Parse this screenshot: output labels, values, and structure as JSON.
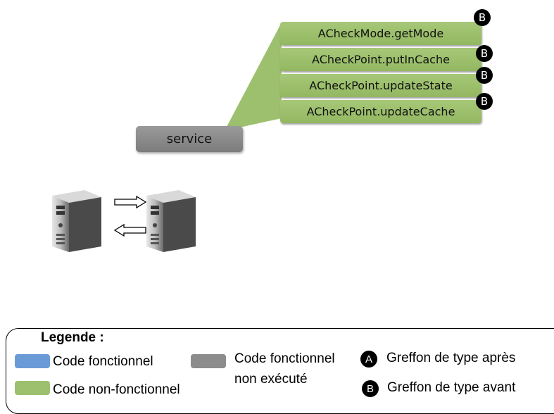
{
  "service": {
    "label": "service"
  },
  "pointcuts": [
    {
      "label": "ACheckMode.getMode",
      "badge": "B"
    },
    {
      "label": "ACheckPoint.putInCache",
      "badge": "B"
    },
    {
      "label": "ACheckPoint.updateState",
      "badge": "B"
    },
    {
      "label": "ACheckPoint.updateCache",
      "badge": "B"
    }
  ],
  "legend": {
    "title": "Legende :",
    "functional": "Code fonctionnel",
    "non_functional": "Code non-fonctionnel",
    "not_executed_line1": "Code fonctionnel",
    "not_executed_line2": "non exécuté",
    "after_badge": "A",
    "after_label": "Greffon de type après",
    "before_badge": "B",
    "before_label": "Greffon de type avant"
  },
  "colors": {
    "functional": "#6a9bd6",
    "non_functional": "#9dc06e",
    "not_executed": "#8c8c8c",
    "badge": "#000000"
  },
  "icons": [
    "server-tower-icon",
    "arrow-right-icon",
    "arrow-left-icon",
    "server-tower-icon"
  ]
}
